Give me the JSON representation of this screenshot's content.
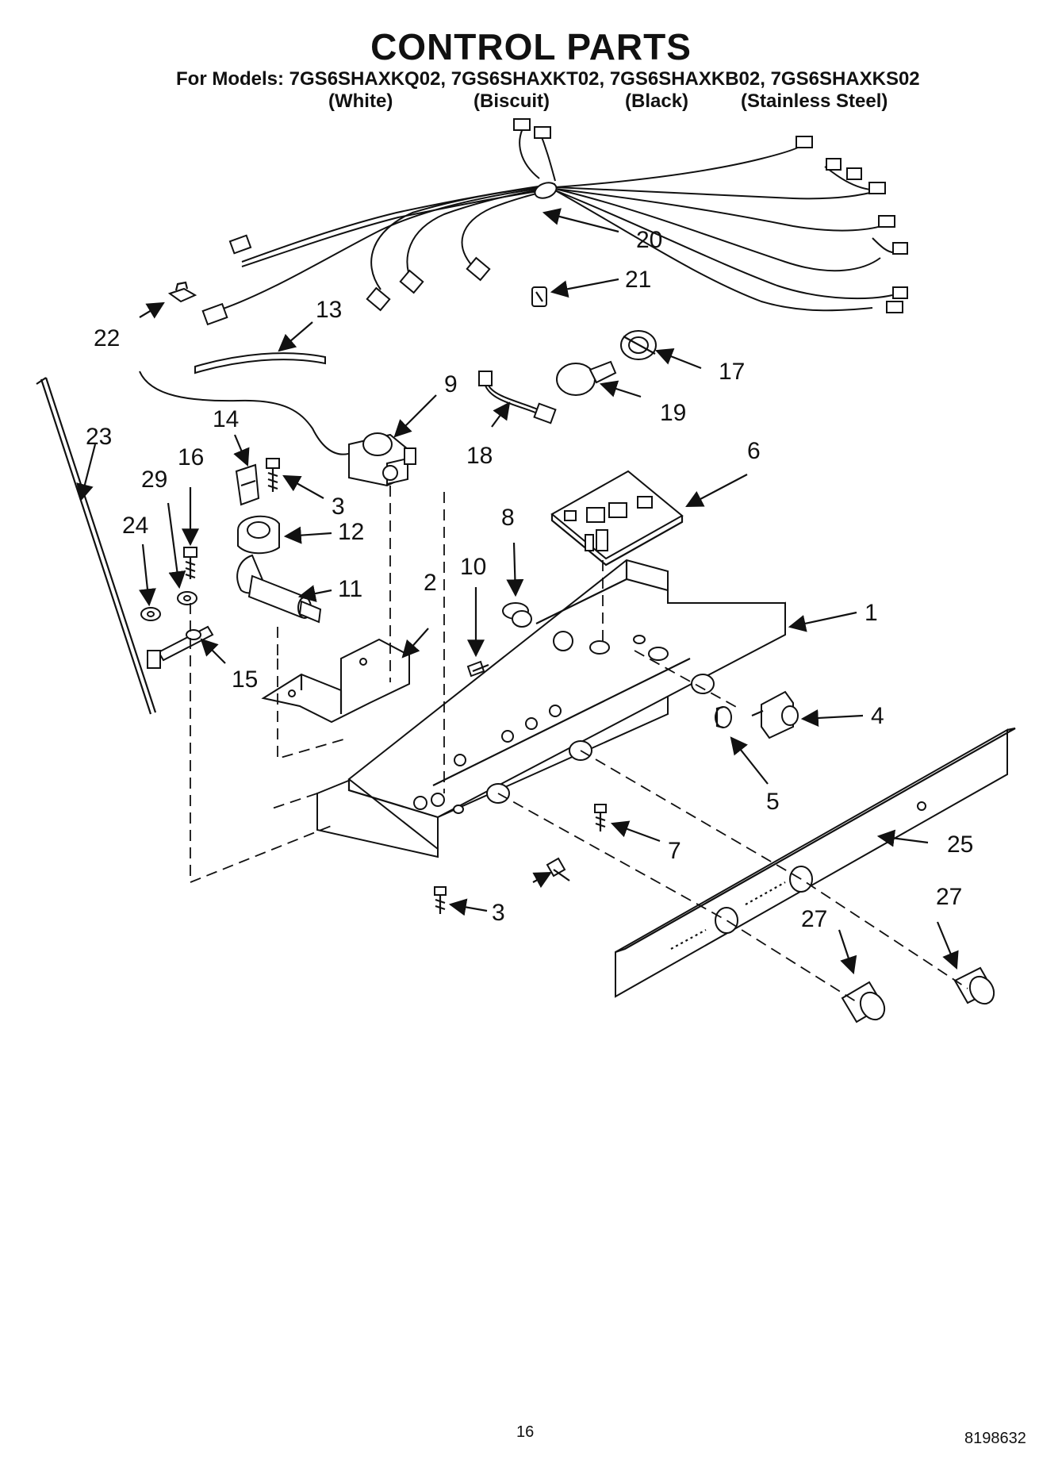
{
  "header": {
    "title": "CONTROL PARTS",
    "models_line": "For Models: 7GS6SHAXKQ02, 7GS6SHAXKT02, 7GS6SHAXKB02, 7GS6SHAXKS02",
    "colors": [
      "(White)",
      "(Biscuit)",
      "(Black)",
      "(Stainless Steel)"
    ]
  },
  "callouts": {
    "c1": "1",
    "c2": "2",
    "c3a": "3",
    "c3b": "3",
    "c4": "4",
    "c5": "5",
    "c6": "6",
    "c7": "7",
    "c8": "8",
    "c9": "9",
    "c10": "10",
    "c11": "11",
    "c12": "12",
    "c13": "13",
    "c14": "14",
    "c15": "15",
    "c16": "16",
    "c17": "17",
    "c18": "18",
    "c19": "19",
    "c20": "20",
    "c21": "21",
    "c22": "22",
    "c23": "23",
    "c24": "24",
    "c25": "25",
    "c27a": "27",
    "c27b": "27",
    "c29": "29"
  },
  "footer": {
    "page_number": "16",
    "doc_number": "8198632"
  }
}
